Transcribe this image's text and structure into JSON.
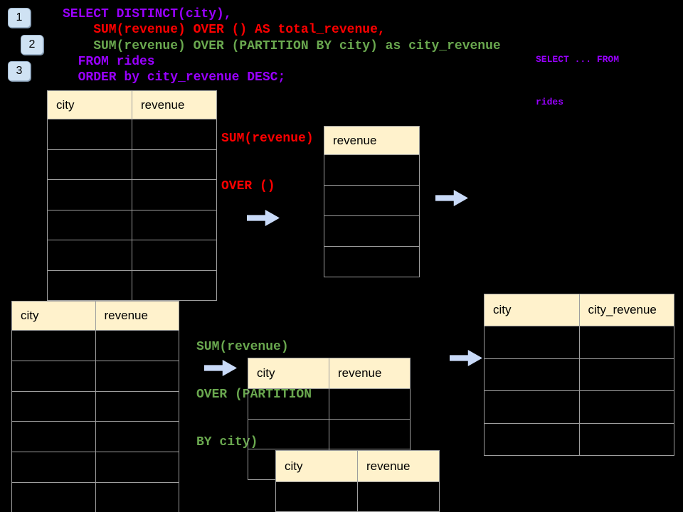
{
  "palette": {
    "background": "#000000",
    "code_purple": "#9900ff",
    "code_red": "#ff0000",
    "code_green": "#6aa84f",
    "table_header_fill": "#fff2cc",
    "table_border": "#9e9e9e",
    "arrow_fill": "#c9daf8",
    "badge_fill": "#cfe2f3"
  },
  "badges": [
    {
      "label": "1"
    },
    {
      "label": "2"
    },
    {
      "label": "3"
    }
  ],
  "sql_code": {
    "lines": [
      {
        "text": "SELECT DISTINCT(city),",
        "color": "code_purple",
        "indent_ch": 0
      },
      {
        "text": "SUM(revenue) OVER () AS total_revenue,",
        "color": "code_red",
        "indent_ch": 4
      },
      {
        "text": "SUM(revenue) OVER (PARTITION BY city) as city_revenue",
        "color": "code_green",
        "indent_ch": 4
      },
      {
        "text": "FROM rides",
        "color": "code_purple",
        "indent_ch": 2
      },
      {
        "text": "ORDER by city_revenue DESC;",
        "color": "code_purple",
        "indent_ch": 2
      }
    ]
  },
  "side_note": {
    "lines": [
      "SELECT ... FROM",
      "rides"
    ]
  },
  "annotations": {
    "total": {
      "lines": [
        "SUM(revenue)",
        "OVER ()"
      ]
    },
    "partition": {
      "lines": [
        "SUM(revenue)",
        "OVER (PARTITION",
        "BY city)"
      ]
    }
  },
  "tables": {
    "source_top": {
      "headers": [
        "city",
        "revenue"
      ],
      "empty_rows": 6
    },
    "total_result": {
      "headers": [
        "revenue"
      ],
      "empty_rows": 4
    },
    "source_bottom": {
      "headers": [
        "city",
        "revenue"
      ],
      "empty_rows": 6
    },
    "partition_step": {
      "headers": [
        "city",
        "revenue"
      ],
      "empty_rows": 3
    },
    "partition_step2": {
      "headers": [
        "city",
        "revenue"
      ],
      "empty_rows": 1
    },
    "final_result": {
      "headers": [
        "city",
        "city_revenue"
      ],
      "empty_rows": 4
    }
  }
}
